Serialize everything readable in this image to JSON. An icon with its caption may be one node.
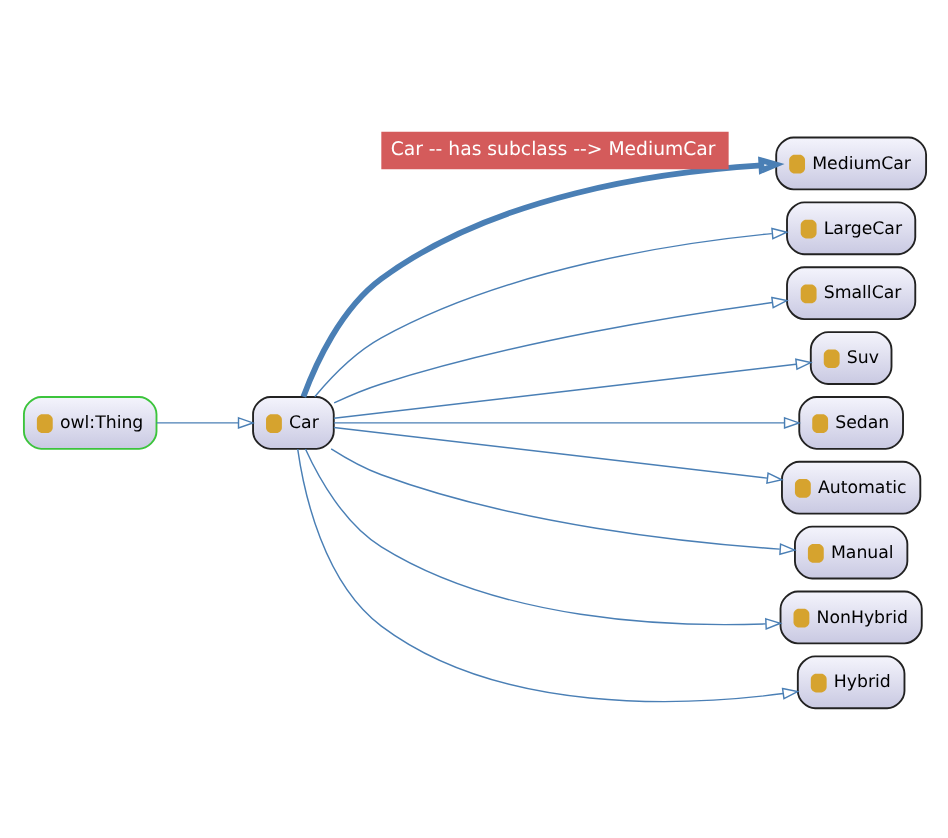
{
  "diagram": {
    "nodes": [
      {
        "text": [
          "MediumCar"
        ]
      },
      {
        "text": [
          "LargeCar"
        ]
      },
      {
        "text": [
          "SmallCar"
        ]
      },
      {
        "text": [
          "Suv"
        ]
      },
      {
        "text": [
          "Sedan"
        ]
      },
      {
        "text": [
          "owl:Thing"
        ]
      },
      {
        "text": [
          "Car"
        ]
      },
      {
        "text": [
          "Automatic"
        ]
      },
      {
        "text": [
          "Manual"
        ]
      },
      {
        "text": [
          "NonHybrid"
        ]
      },
      {
        "text": [
          "Hybrid"
        ]
      }
    ],
    "edges": [
      {
        "from": 5,
        "to": 6,
        "arrow": "to"
      },
      {
        "from": 6,
        "to": 0,
        "arrow": "to",
        "style": "thick",
        "label": "Car -- has subclass --> MediumCar"
      },
      {
        "from": 6,
        "to": 1,
        "arrow": "to"
      },
      {
        "from": 6,
        "to": 2,
        "arrow": "to"
      },
      {
        "from": 6,
        "to": 3,
        "arrow": "to"
      },
      {
        "from": 6,
        "to": 4,
        "arrow": "to"
      },
      {
        "from": 6,
        "to": 7,
        "arrow": "to"
      },
      {
        "from": 6,
        "to": 8,
        "arrow": "to"
      },
      {
        "from": 6,
        "to": 9,
        "arrow": "to"
      },
      {
        "from": 6,
        "to": 10,
        "arrow": "to"
      }
    ]
  }
}
